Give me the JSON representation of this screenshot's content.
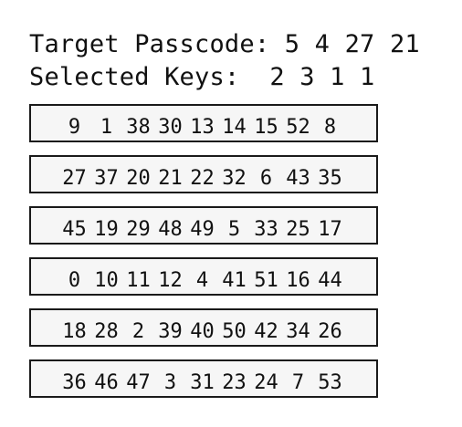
{
  "header": {
    "target_label": "Target Passcode:",
    "target_value": "5 4 27 21",
    "selected_label": "Selected Keys:",
    "selected_value": "2 3 1 1"
  },
  "keypad": {
    "rows": [
      [
        "9",
        "1",
        "38",
        "30",
        "13",
        "14",
        "15",
        "52",
        "8"
      ],
      [
        "27",
        "37",
        "20",
        "21",
        "22",
        "32",
        "6",
        "43",
        "35"
      ],
      [
        "45",
        "19",
        "29",
        "48",
        "49",
        "5",
        "33",
        "25",
        "17"
      ],
      [
        "0",
        "10",
        "11",
        "12",
        "4",
        "41",
        "51",
        "16",
        "44"
      ],
      [
        "18",
        "28",
        "2",
        "39",
        "40",
        "50",
        "42",
        "34",
        "26"
      ],
      [
        "36",
        "46",
        "47",
        "3",
        "31",
        "23",
        "24",
        "7",
        "53"
      ]
    ]
  }
}
